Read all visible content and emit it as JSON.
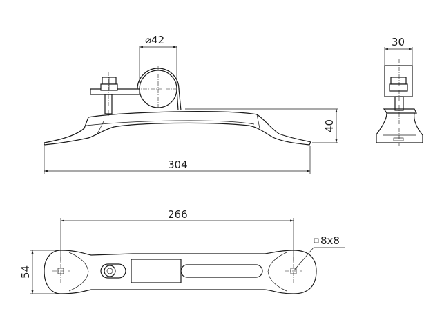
{
  "dimensions": {
    "pipe_diameter": "⌀42",
    "side_width": "30",
    "height": "40",
    "overall_length": "304",
    "hole_spacing": "266",
    "width": "54",
    "square_hole": "8x8"
  },
  "colors": {
    "line": "#1a1a1a",
    "background": "#ffffff"
  }
}
